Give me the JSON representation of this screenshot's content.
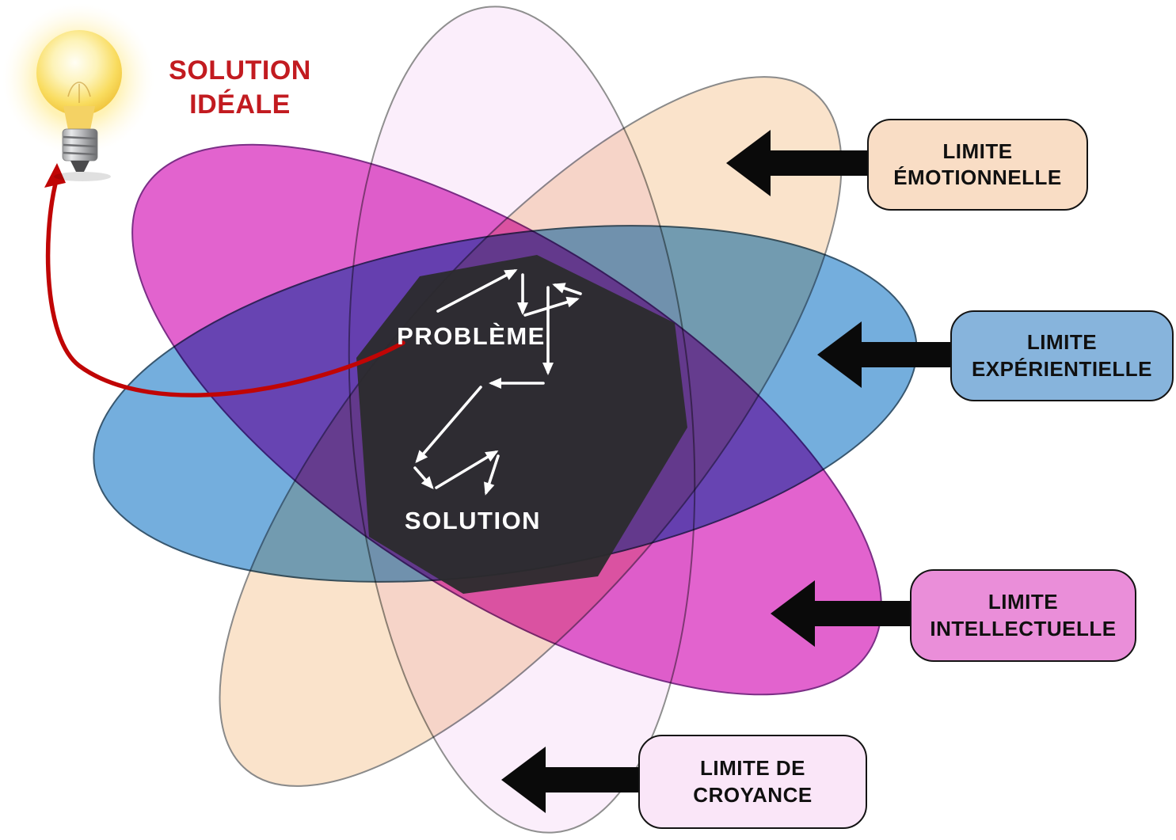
{
  "diagram": {
    "background": "#FFFFFF",
    "title": {
      "line1": "SOLUTION",
      "line2": "IDÉALE",
      "color": "#C21B20"
    },
    "bulb": {
      "meaning": "idea-lightbulb",
      "glow_color": "#FFE87C",
      "glass_color": "#F9DC5F",
      "base_color": "#B9BABD",
      "tip_color": "#4A4A4C"
    },
    "red_arrow_color": "#C00505",
    "center": {
      "shape": "octagon",
      "fill": "#2B2B2D",
      "problem_label": "PROBLÈME",
      "solution_label": "SOLUTION",
      "text_color": "#FFFFFF",
      "zigzag_color": "#FFFFFF"
    },
    "connector_color": "#0A0A0A",
    "limits": [
      {
        "id": "emotionnelle",
        "label_line1": "LIMITE",
        "label_line2": "ÉMOTIONNELLE",
        "box_fill": "#F9DDC5",
        "ellipse_fill": "#FAE3CB",
        "ellipse_stroke": "#8A8A8A",
        "text_color": "#101010"
      },
      {
        "id": "experientielle",
        "label_line1": "LIMITE",
        "label_line2": "EXPÉRIENTIELLE",
        "box_fill": "#87B4DC",
        "ellipse_fill": "#74AEDD",
        "ellipse_stroke": "#38576F",
        "text_color": "#101010"
      },
      {
        "id": "intellectuelle",
        "label_line1": "LIMITE",
        "label_line2": "INTELLECTUELLE",
        "box_fill": "#EA8ED9",
        "ellipse_fill": "#E263CE",
        "ellipse_stroke": "#7B2F86",
        "text_color": "#101010"
      },
      {
        "id": "croyance",
        "label_line1": "LIMITE DE",
        "label_line2": "CROYANCE",
        "box_fill": "#FAE6F8",
        "ellipse_fill": "#FBEEFB",
        "ellipse_stroke": "#8F8F8F",
        "text_color": "#101010"
      }
    ]
  }
}
